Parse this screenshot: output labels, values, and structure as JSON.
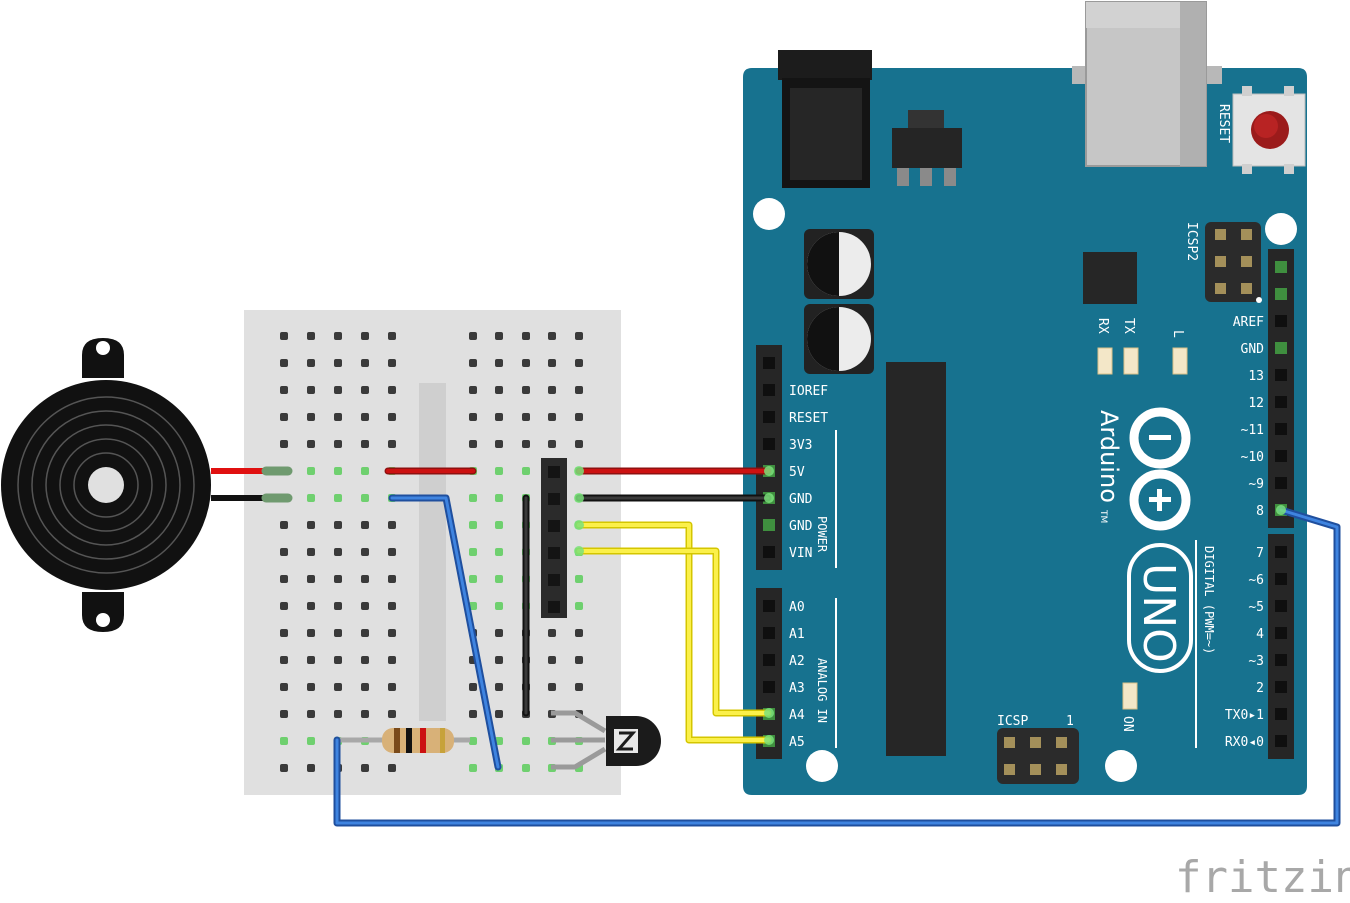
{
  "board": {
    "brand": "Arduino",
    "trademark": "TM",
    "model": "UNO",
    "on_label": "ON",
    "reset_label": "RESET",
    "icsp_label": "ICSP",
    "icsp_pin_one": "1",
    "icsp2_label": "ICSP2",
    "tx_label": "TX",
    "rx_label": "RX",
    "l_label": "L",
    "power_label": "POWER",
    "analog_label": "ANALOG IN",
    "digital_label": "DIGITAL (PWM=~)",
    "power_pins": [
      "IOREF",
      "RESET",
      "3V3",
      "5V",
      "GND",
      "GND",
      "VIN"
    ],
    "analog_pins": [
      "A0",
      "A1",
      "A2",
      "A3",
      "A4",
      "A5"
    ],
    "digital_high_pins": [
      "AREF",
      "GND",
      "13",
      "12",
      "~11",
      "~10",
      "~9",
      "8"
    ],
    "digital_low_pins": [
      "7",
      "~6",
      "~5",
      "4",
      "~3",
      "2",
      "TX0▸1",
      "RX0◂0"
    ]
  },
  "watermark": "fritzing",
  "colors": {
    "board": "#17728f",
    "wire_red": "#cc1111",
    "wire_black": "#1a1a1a",
    "wire_yellow": "#f2e600",
    "wire_blue": "#2a6ccc",
    "breadboard": "#e0e0e0",
    "header": "#2a2a2a"
  }
}
